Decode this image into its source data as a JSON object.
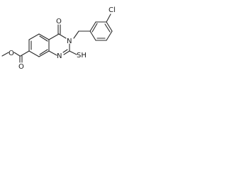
{
  "structure": {
    "atoms": {
      "ester_oxygen": "O",
      "carbonyl_oxygen": "O",
      "ketone_oxygen": "O",
      "ring_nitrogen": "N",
      "imine_nitrogen": "N",
      "chlorine": "Cl",
      "thiol": "SH"
    }
  }
}
